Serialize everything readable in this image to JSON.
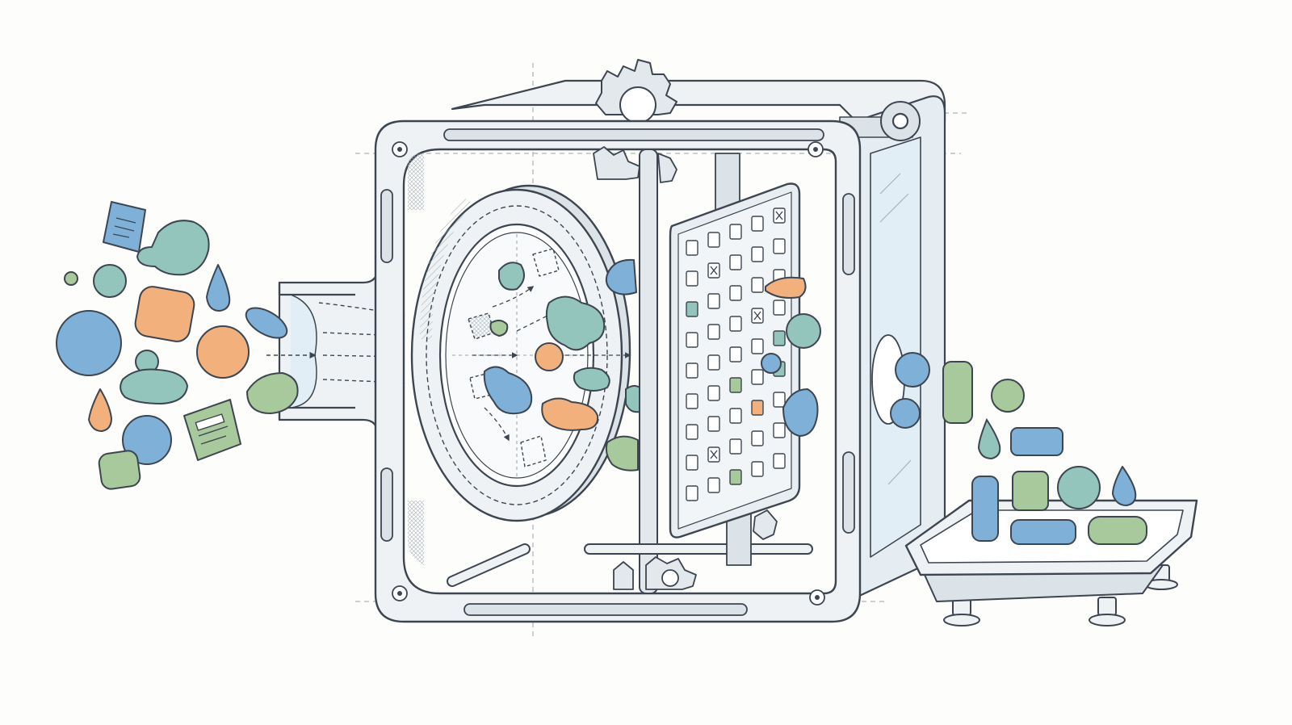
{
  "colors": {
    "ink": "#3d4650",
    "frame_fill": "#eef2f5",
    "frame_shade": "#dbe2e8",
    "glass": "#e2eef6",
    "blue": "#7fb0d8",
    "teal": "#93c5bd",
    "orange": "#f2b07d",
    "green": "#a8c99b",
    "paper": "#fdfdfb"
  },
  "icons": {
    "document_card": "document-icon",
    "note_card": "note-icon",
    "gear": "gear-icon",
    "marked_cell": "x-mark-icon"
  },
  "sections": [
    "input-shapes",
    "intake-funnel",
    "sorting-drum",
    "filter-grid",
    "output-tray"
  ]
}
